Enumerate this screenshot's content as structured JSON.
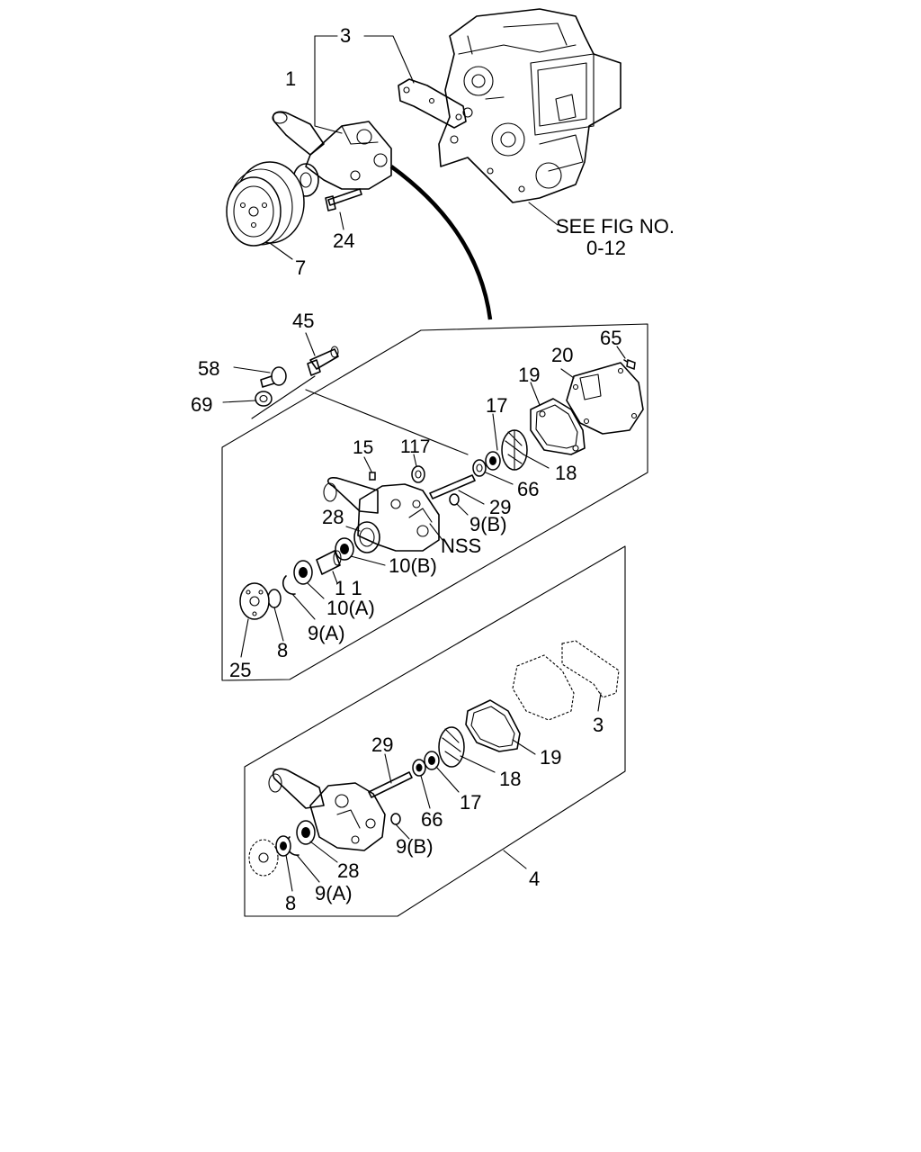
{
  "labels": {
    "p1": "1",
    "p3_top": "3",
    "p7": "7",
    "p24": "24",
    "see_fig_line1": "SEE FIG NO.",
    "see_fig_line2": "0-12",
    "p45": "45",
    "p58": "58",
    "p69": "69",
    "p65": "65",
    "p20": "20",
    "p19": "19",
    "p17": "17",
    "p15": "15",
    "p117": "117",
    "p18": "18",
    "p66": "66",
    "p29": "29",
    "p9b": "9(B)",
    "p28": "28",
    "nss": "NSS",
    "p10b": "10(B)",
    "p11": "1 1",
    "p10a": "10(A)",
    "p9a": "9(A)",
    "p8": "8",
    "p25": "25",
    "p3_low": "3",
    "p19_low": "19",
    "p29_low": "29",
    "p18_low": "18",
    "p17_low": "17",
    "p66_low": "66",
    "p9b_low": "9(B)",
    "p28_low": "28",
    "p9a_low": "9(A)",
    "p8_low": "8",
    "p4": "4"
  }
}
